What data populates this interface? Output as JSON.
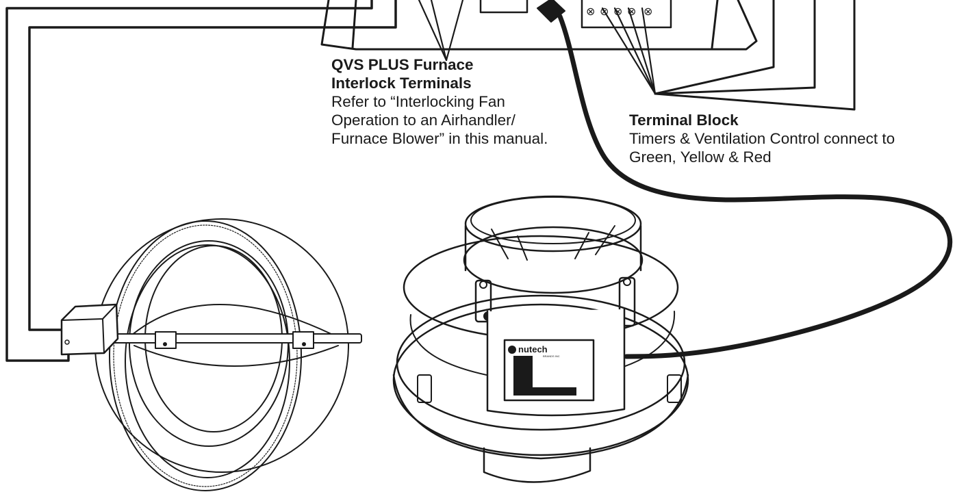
{
  "callouts": {
    "qvs": {
      "title_line1": "QVS PLUS Furnace",
      "title_line2": "Interlock Terminals",
      "body_line1": "Refer to “Interlocking Fan",
      "body_line2": "Operation to an Airhandler/",
      "body_line3": "Furnace Blower” in this manual."
    },
    "terminal_block": {
      "title": "Terminal Block",
      "body_line1": "Timers & Ventilation Control connect to",
      "body_line2": "Green, Yellow & Red"
    }
  },
  "fan": {
    "brand_logo_text": "nutech",
    "brand_logo_subtext": "BRANDS INC"
  },
  "terminals": {
    "symbols": [
      "⊗",
      "⊗",
      "⊗",
      "⊗",
      "⊗"
    ]
  },
  "colors": {
    "line": "#1a1a1a",
    "background": "#ffffff"
  }
}
